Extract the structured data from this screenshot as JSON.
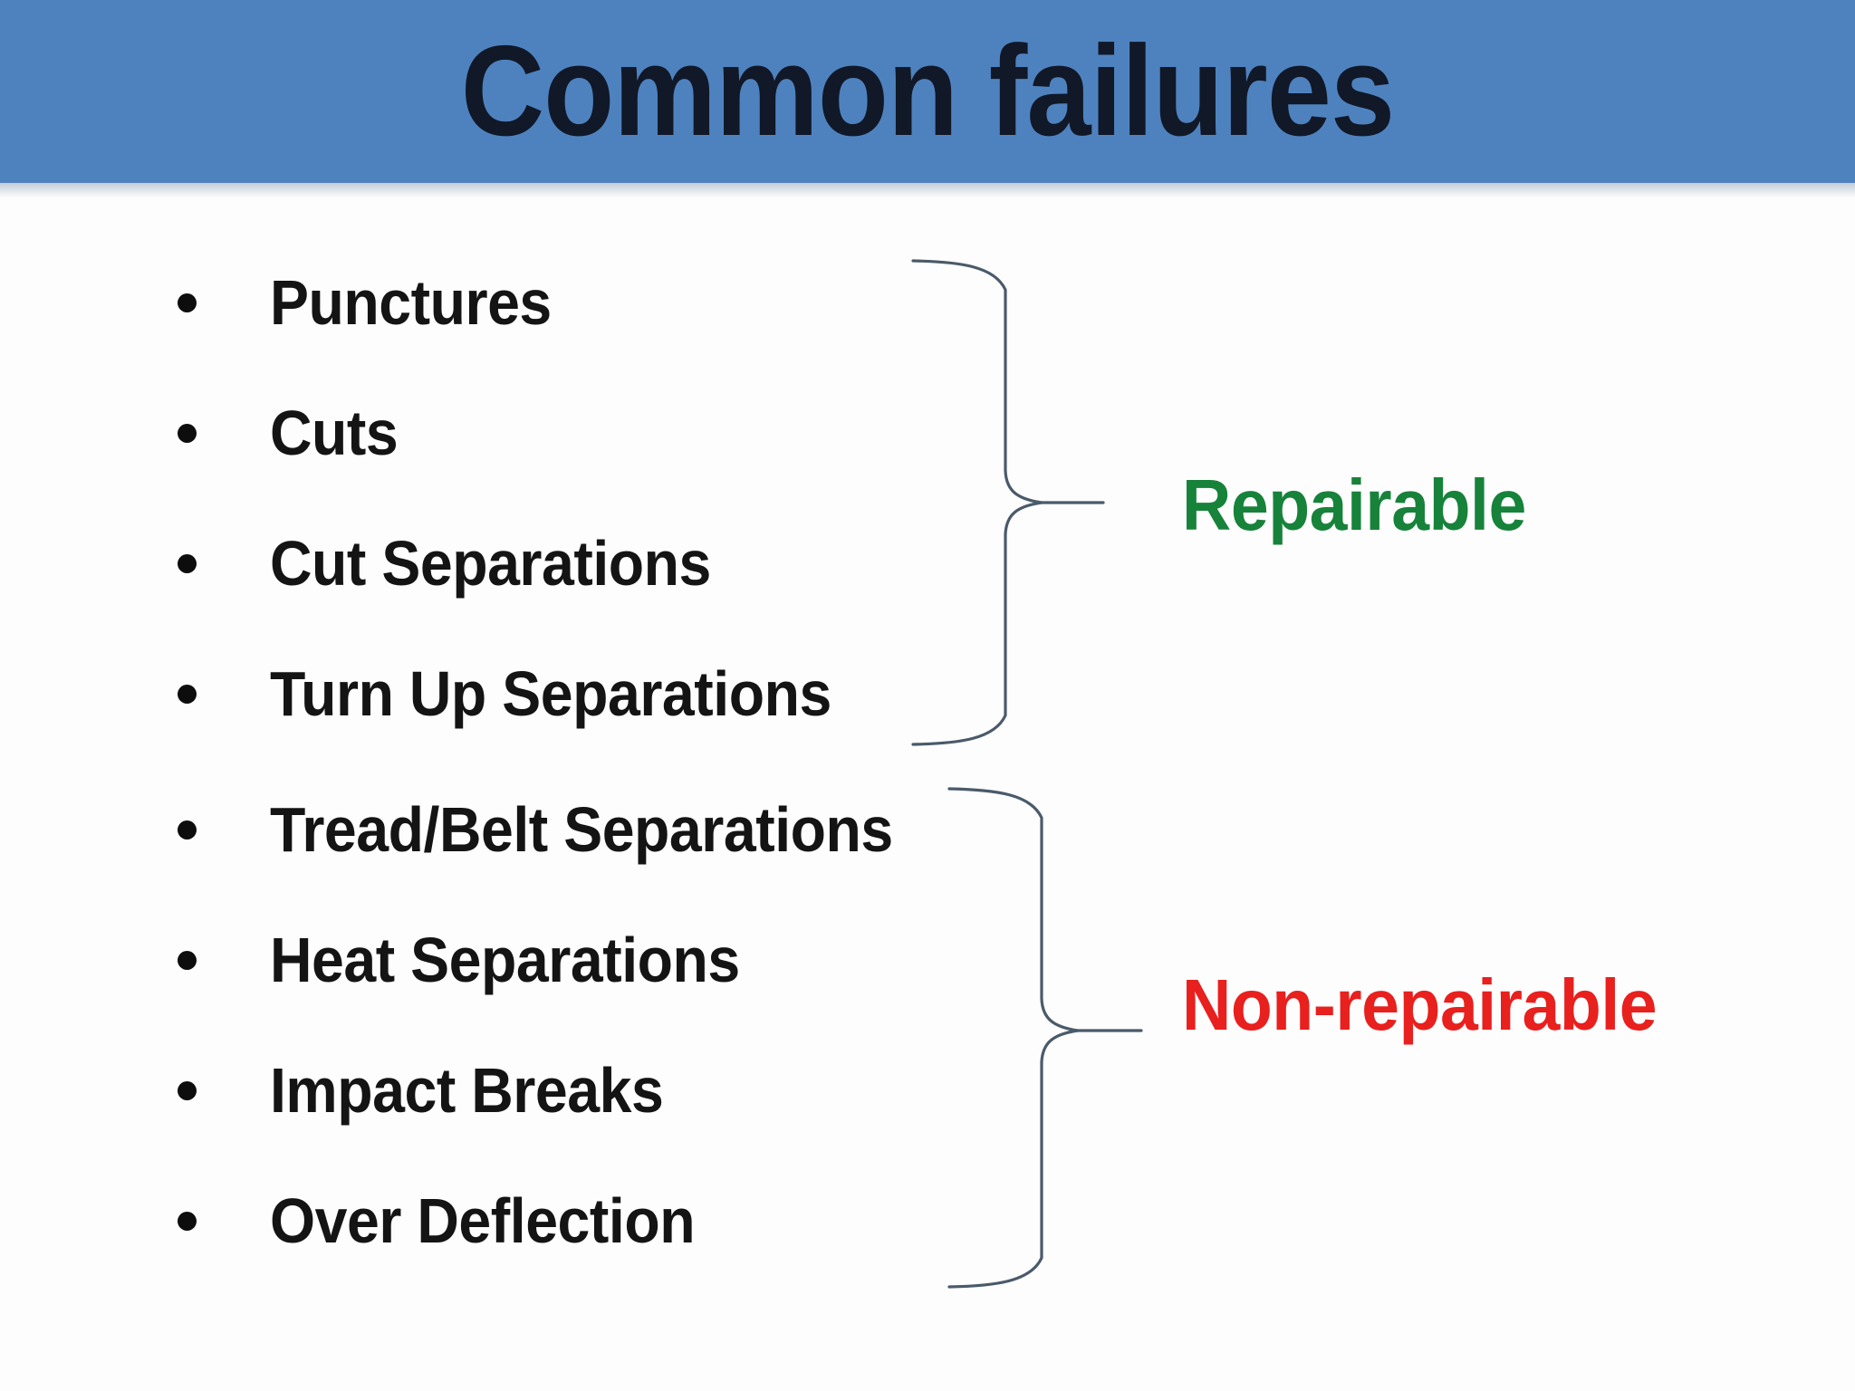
{
  "slide": {
    "title": "Common failures",
    "background_color": "#fdfdfe",
    "title_band_color": "#4e82bf",
    "title_text_color": "#111827"
  },
  "bullets": [
    {
      "label": "Punctures",
      "group": "repairable"
    },
    {
      "label": "Cuts",
      "group": "repairable"
    },
    {
      "label": "Cut Separations",
      "group": "repairable"
    },
    {
      "label": "Turn Up Separations",
      "group": "repairable"
    },
    {
      "label": "Tread/Belt Separations",
      "group": "non-repairable"
    },
    {
      "label": "Heat Separations",
      "group": "non-repairable"
    },
    {
      "label": "Impact Breaks",
      "group": "non-repairable"
    },
    {
      "label": "Over Deflection",
      "group": "non-repairable"
    }
  ],
  "groups": {
    "repairable": {
      "label": "Repairable",
      "color": "#17823a",
      "brace_color": "#4a5a6a"
    },
    "non_repairable": {
      "label": "Non-repairable",
      "color": "#e8201e",
      "brace_color": "#4a5a6a"
    }
  }
}
